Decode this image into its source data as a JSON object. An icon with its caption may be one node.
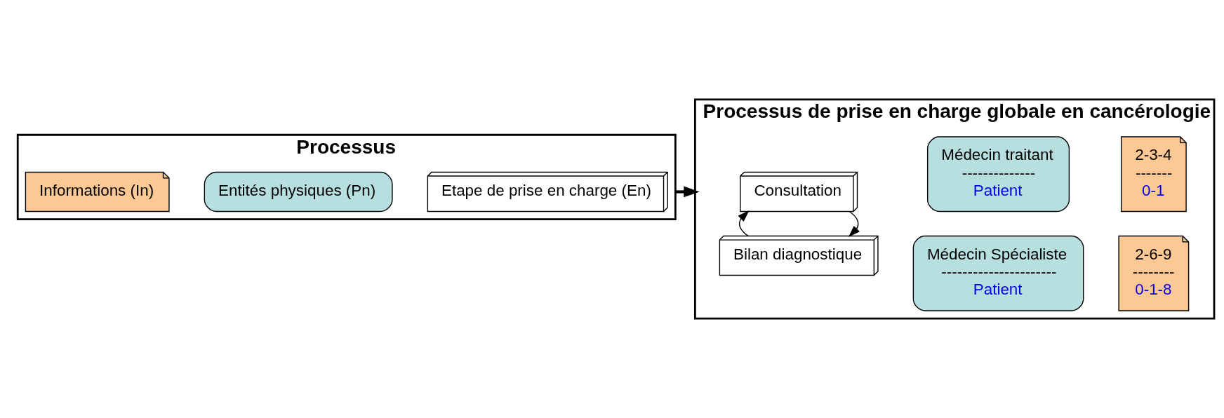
{
  "diagram": {
    "nodes": [
      {
        "text": [
          "Processus"
        ]
      },
      {
        "text": [
          "Informations (In)"
        ],
        "in": 0
      },
      {
        "text": [
          "Entités physiques (Pn)"
        ],
        "in": 0
      },
      {
        "text": [
          "Etape de prise en charge (En)"
        ],
        "in": 0
      },
      {
        "text": [
          "Processus de prise en charge globale en cancérologie"
        ]
      },
      {
        "text": [
          "Consultation"
        ],
        "in": 4
      },
      {
        "text": [
          "Médecin traitant",
          "--------------",
          "Patient"
        ],
        "in": 4
      },
      {
        "text": [
          "2-3-4",
          "-------",
          "0-1"
        ],
        "in": 4
      },
      {
        "text": [
          "Bilan diagnostique"
        ],
        "in": 4
      },
      {
        "text": [
          "Médecin Spécialiste",
          "----------------------",
          "Patient"
        ],
        "in": 4
      },
      {
        "text": [
          "2-6-9",
          "--------",
          "0-1-8"
        ],
        "in": 4
      }
    ],
    "edges": [
      {
        "from": 0,
        "to": 4,
        "arrow": "to",
        "style": "thick"
      },
      {
        "from": 5,
        "to": 8,
        "arrow": "to"
      },
      {
        "from": 8,
        "to": 5,
        "arrow": "to"
      }
    ]
  }
}
